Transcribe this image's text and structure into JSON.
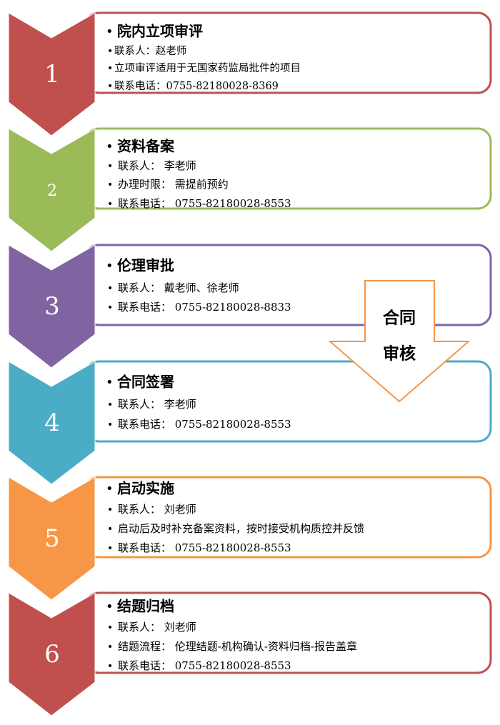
{
  "steps": [
    {
      "number": "1",
      "color": "#c0504d",
      "title": "院内立项审评",
      "lines": [
        "联系人：赵老师",
        "立项审评适用于无国家药监局批件的项目",
        "联系电话：0755-82180028-8369"
      ]
    },
    {
      "number": "2",
      "color": "#9bbb59",
      "title": "资料备案",
      "lines": [
        "联系人： 李老师",
        "办理时限： 需提前预约",
        "联系电话： 0755-82180028-8553"
      ]
    },
    {
      "number": "3",
      "color": "#8064a2",
      "title": "伦理审批",
      "lines": [
        "联系人： 戴老师、徐老师",
        "联系电话： 0755-82180028-8833"
      ]
    },
    {
      "number": "4",
      "color": "#4bacc6",
      "title": "合同签署",
      "lines": [
        "联系人： 李老师",
        "联系电话： 0755-82180028-8553"
      ]
    },
    {
      "number": "5",
      "color": "#f79646",
      "title": "启动实施",
      "lines": [
        "联系人： 刘老师",
        "启动后及时补充备案资料，按时接受机构质控并反馈",
        "联系电话： 0755-82180028-8553"
      ]
    },
    {
      "number": "6",
      "color": "#c0504d",
      "title": "结题归档",
      "lines": [
        "联系人： 刘老师",
        "结题流程： 伦理结题-机构确认-资料归档-报告盖章",
        "联系电话： 0755-82180028-8553"
      ]
    }
  ],
  "contract_review": {
    "line1": "合同",
    "line2": "审核",
    "color": "#f79646"
  }
}
